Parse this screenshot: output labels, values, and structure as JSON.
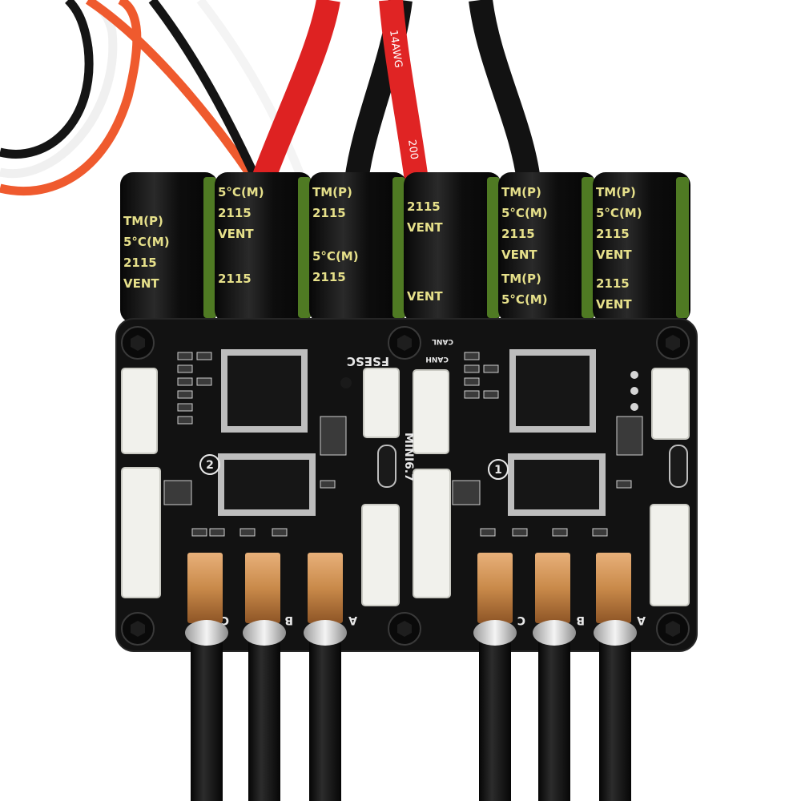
{
  "board": {
    "model": "MINI6.7",
    "brand": "FSESC",
    "can_high": "CANH",
    "can_low": "CANL",
    "channel_1": "1",
    "channel_2": "2",
    "left_phases": [
      "C",
      "B",
      "A"
    ],
    "right_phases": [
      "C",
      "B",
      "A"
    ]
  },
  "capacitors": {
    "lines": [
      "TM(P)",
      "5°C(M)",
      "2115",
      "VENT"
    ]
  },
  "power_wire": {
    "gauge": "14AWG",
    "temp": "200"
  },
  "colors": {
    "pcb": "#121212",
    "capacitor_body": "#141414",
    "capacitor_trim": "#4f7a23",
    "wire_red": "#e02424",
    "wire_black": "#141414",
    "wire_white": "#f2f2f2",
    "wire_orange": "#ef5a2e",
    "copper": "#c98a4a",
    "connector": "#f1f1ec"
  }
}
